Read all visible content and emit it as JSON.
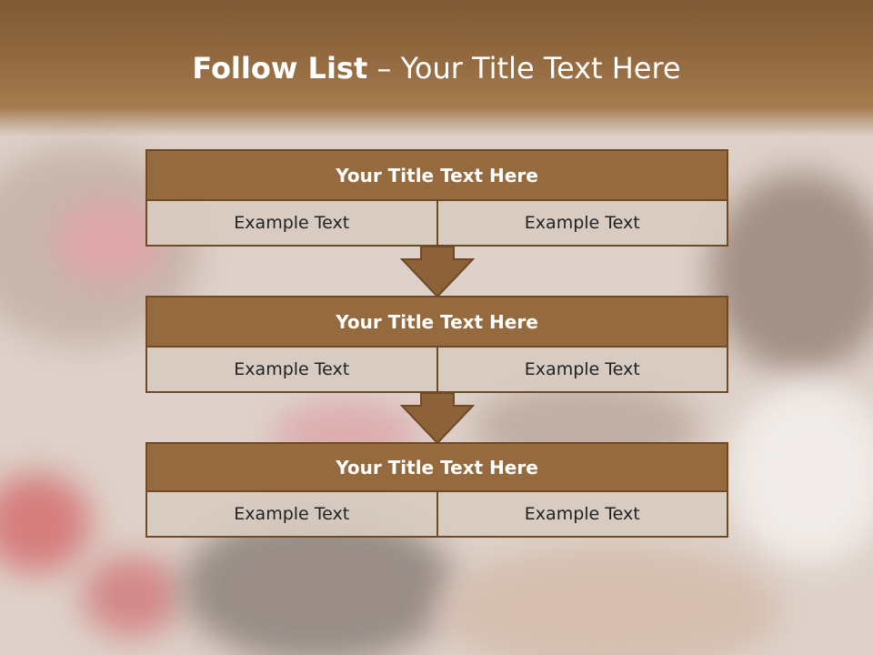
{
  "slide": {
    "title_bold": "Follow List",
    "title_rest": " – Your Title Text Here"
  },
  "blocks": [
    {
      "title": "Your Title Text Here",
      "left": "Example Text",
      "right": "Example Text"
    },
    {
      "title": "Your Title Text Here",
      "left": "Example Text",
      "right": "Example Text"
    },
    {
      "title": "Your Title Text Here",
      "left": "Example Text",
      "right": "Example Text"
    }
  ],
  "colors": {
    "header": "#8a6138",
    "block_header": "#956a3e",
    "block_border": "#6f4a27",
    "cell_bg": "#d7cbc1"
  },
  "icons": [
    "down-arrow-icon",
    "down-arrow-icon"
  ]
}
